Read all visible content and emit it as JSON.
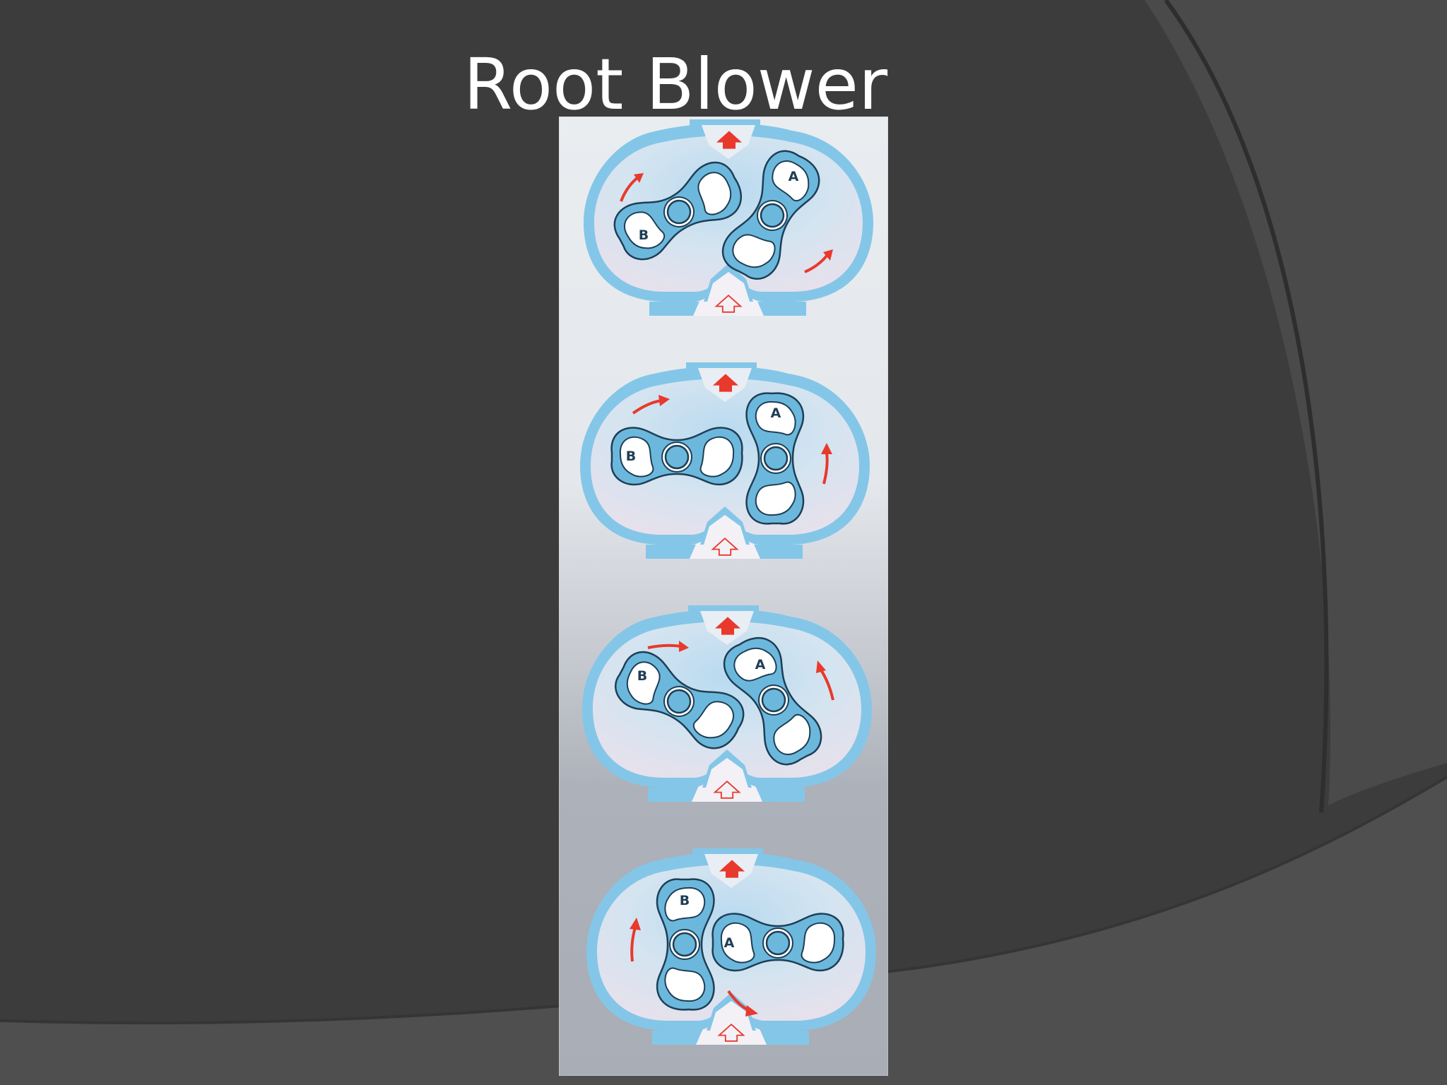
{
  "slide": {
    "title": "Root Blower"
  },
  "diagram": {
    "stages": [
      {
        "rotor_left_label": "B",
        "rotor_right_label": "A"
      },
      {
        "rotor_left_label": "B",
        "rotor_right_label": "A"
      },
      {
        "rotor_left_label": "B",
        "rotor_right_label": "A"
      },
      {
        "rotor_left_label": "B",
        "rotor_right_label": "A"
      }
    ],
    "colors": {
      "casing": "#84c6e8",
      "rotor": "#6cb8dd",
      "arrow": "#e8392c",
      "slide_background": "#3c3c3c"
    }
  }
}
